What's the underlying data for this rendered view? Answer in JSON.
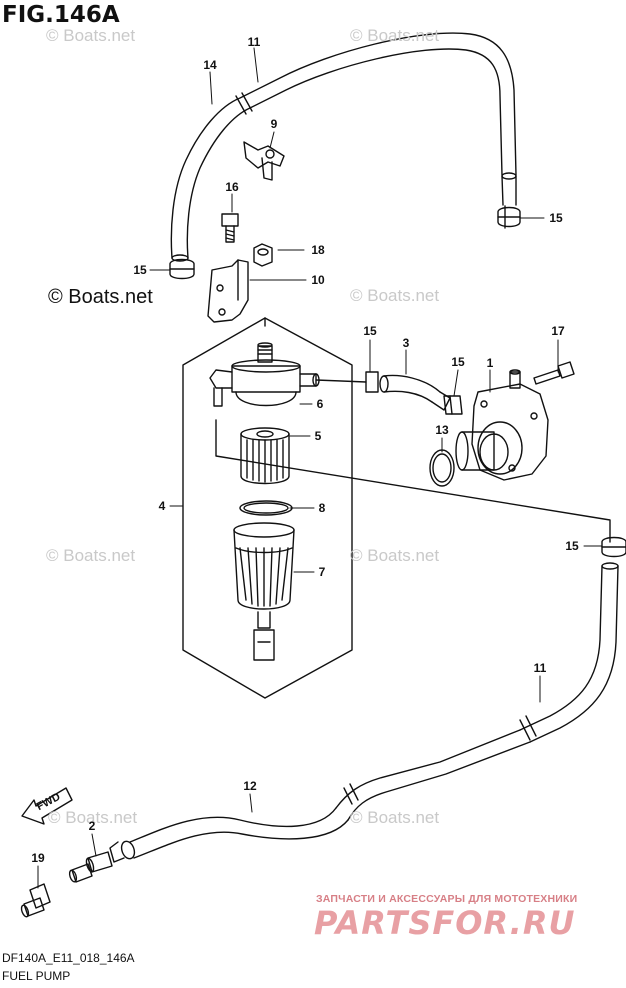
{
  "figure": {
    "title": "FIG.146A",
    "code": "DF140A_E11_018_146A",
    "caption": "FUEL PUMP"
  },
  "watermarks": {
    "light": "© Boats.net",
    "dark": "© Boats.net"
  },
  "direction_arrow": {
    "label": "FWD"
  },
  "callouts": [
    "1",
    "2",
    "3",
    "4",
    "5",
    "6",
    "7",
    "8",
    "9",
    "10",
    "11",
    "11",
    "12",
    "13",
    "14",
    "15",
    "15",
    "15",
    "15",
    "15",
    "16",
    "17",
    "18",
    "19"
  ],
  "labels": {
    "c1": "1",
    "c2": "2",
    "c3": "3",
    "c4": "4",
    "c5": "5",
    "c6": "6",
    "c7": "7",
    "c8": "8",
    "c9": "9",
    "c10": "10",
    "c11a": "11",
    "c11b": "11",
    "c12": "12",
    "c13": "13",
    "c14": "14",
    "c15a": "15",
    "c15b": "15",
    "c15c": "15",
    "c15d": "15",
    "c15e": "15",
    "c16": "16",
    "c17": "17",
    "c18": "18",
    "c19": "19"
  },
  "shop": {
    "tagline": "ЗАПЧАСТИ И АКСЕССУАРЫ ДЛЯ МОТОТЕХНИКИ",
    "logo": "PARTSFOR.RU"
  },
  "colors": {
    "line": "#111111",
    "watermark": "#c9c9c9",
    "shop": "#e8a0a4"
  }
}
